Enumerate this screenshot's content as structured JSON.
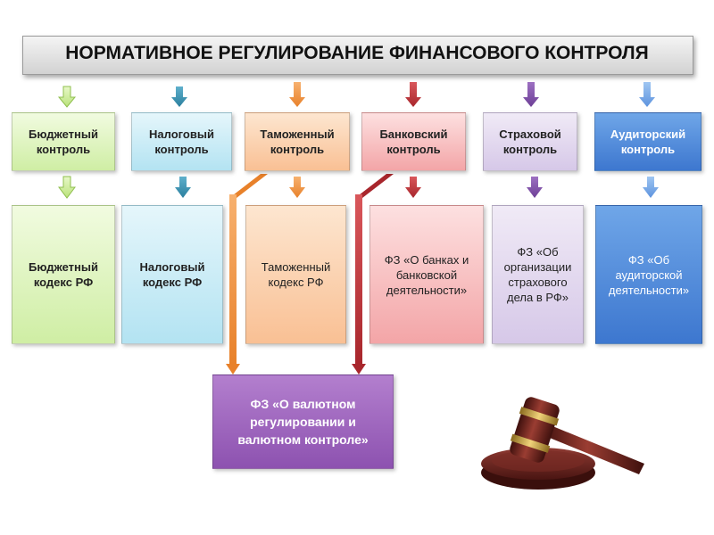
{
  "title": "НОРМАТИВНОЕ РЕГУЛИРОВАНИЕ ФИНАНСОВОГО КОНТРОЛЯ",
  "columns": [
    {
      "control": "Бюджетный контроль",
      "law": "Бюджетный кодекс РФ"
    },
    {
      "control": "Налоговый контроль",
      "law": "Налоговый кодекс РФ"
    },
    {
      "control": "Таможенный контроль",
      "law": "Таможенный кодекс РФ"
    },
    {
      "control": "Банковский контроль",
      "law": "ФЗ «О банках и банковской деятельности»"
    },
    {
      "control": "Страховой контроль",
      "law": "ФЗ «Об организации страхового дела в РФ»"
    },
    {
      "control": "Аудиторский контроль",
      "law": "ФЗ «Об аудиторской деятельности»"
    }
  ],
  "currency_law": "ФЗ «О валютном регулировании и валютном контроле»",
  "colors": {
    "budget": "#cfeea4",
    "tax": "#b3e3f2",
    "customs": "#f9c094",
    "bank": "#f3a5a7",
    "insurance": "#d6c8e8",
    "audit": "#3d77cf",
    "currency": "#8d52b0"
  },
  "icons": {
    "gavel": "gavel-icon"
  }
}
